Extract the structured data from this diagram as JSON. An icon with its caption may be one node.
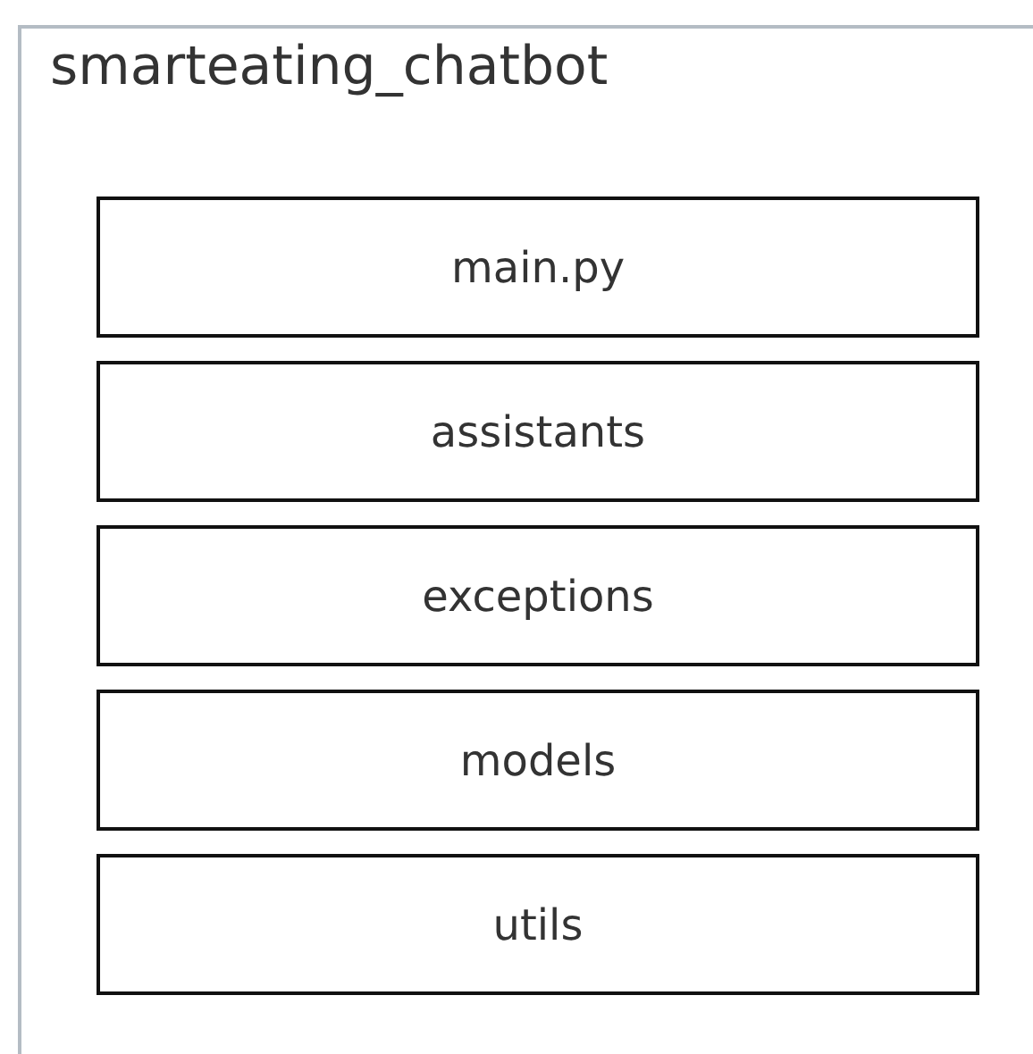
{
  "diagram": {
    "nodes": [
      {
        "text": [
          "smarteating_chatbot"
        ]
      },
      {
        "text": [
          "main.py"
        ],
        "in": 0
      },
      {
        "text": [
          "assistants"
        ],
        "in": 0
      },
      {
        "text": [
          "exceptions"
        ],
        "in": 0
      },
      {
        "text": [
          "models"
        ],
        "in": 0
      },
      {
        "text": [
          "utils"
        ],
        "in": 0
      }
    ]
  }
}
